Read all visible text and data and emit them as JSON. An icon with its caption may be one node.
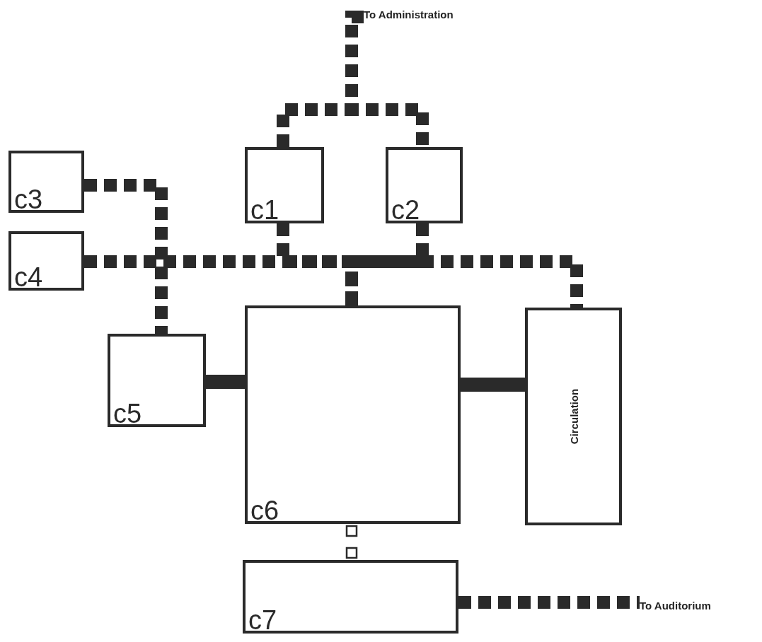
{
  "diagram": {
    "nodes": [
      {
        "text": [
          "To Administration"
        ]
      },
      {
        "text": [
          "c1"
        ]
      },
      {
        "text": [
          "c2"
        ]
      },
      {
        "text": [
          "c3"
        ]
      },
      {
        "text": [
          "c4"
        ]
      },
      {
        "text": [
          "c5"
        ]
      },
      {
        "text": [
          "c6"
        ]
      },
      {
        "text": [
          "Circulation"
        ]
      },
      {
        "text": [
          "c7"
        ]
      },
      {
        "text": [
          "To Auditorium"
        ]
      }
    ],
    "edges": [
      {
        "from": 0,
        "to": 1,
        "arrow": "none",
        "style": "dashed"
      },
      {
        "from": 0,
        "to": 2,
        "arrow": "none",
        "style": "dashed"
      },
      {
        "from": 3,
        "to": 5,
        "arrow": "none",
        "style": "dashed"
      },
      {
        "from": 1,
        "to": 6,
        "arrow": "none",
        "style": "dashed"
      },
      {
        "from": 2,
        "to": 6,
        "arrow": "none",
        "style": "dashed"
      },
      {
        "from": 4,
        "to": 7,
        "arrow": "none",
        "style": "dashed"
      },
      {
        "from": 5,
        "to": 6,
        "arrow": "none"
      },
      {
        "from": 6,
        "to": 7,
        "arrow": "none"
      },
      {
        "from": 6,
        "to": 8,
        "arrow": "other"
      },
      {
        "from": 8,
        "to": 9,
        "arrow": "none",
        "style": "dashed"
      }
    ]
  }
}
